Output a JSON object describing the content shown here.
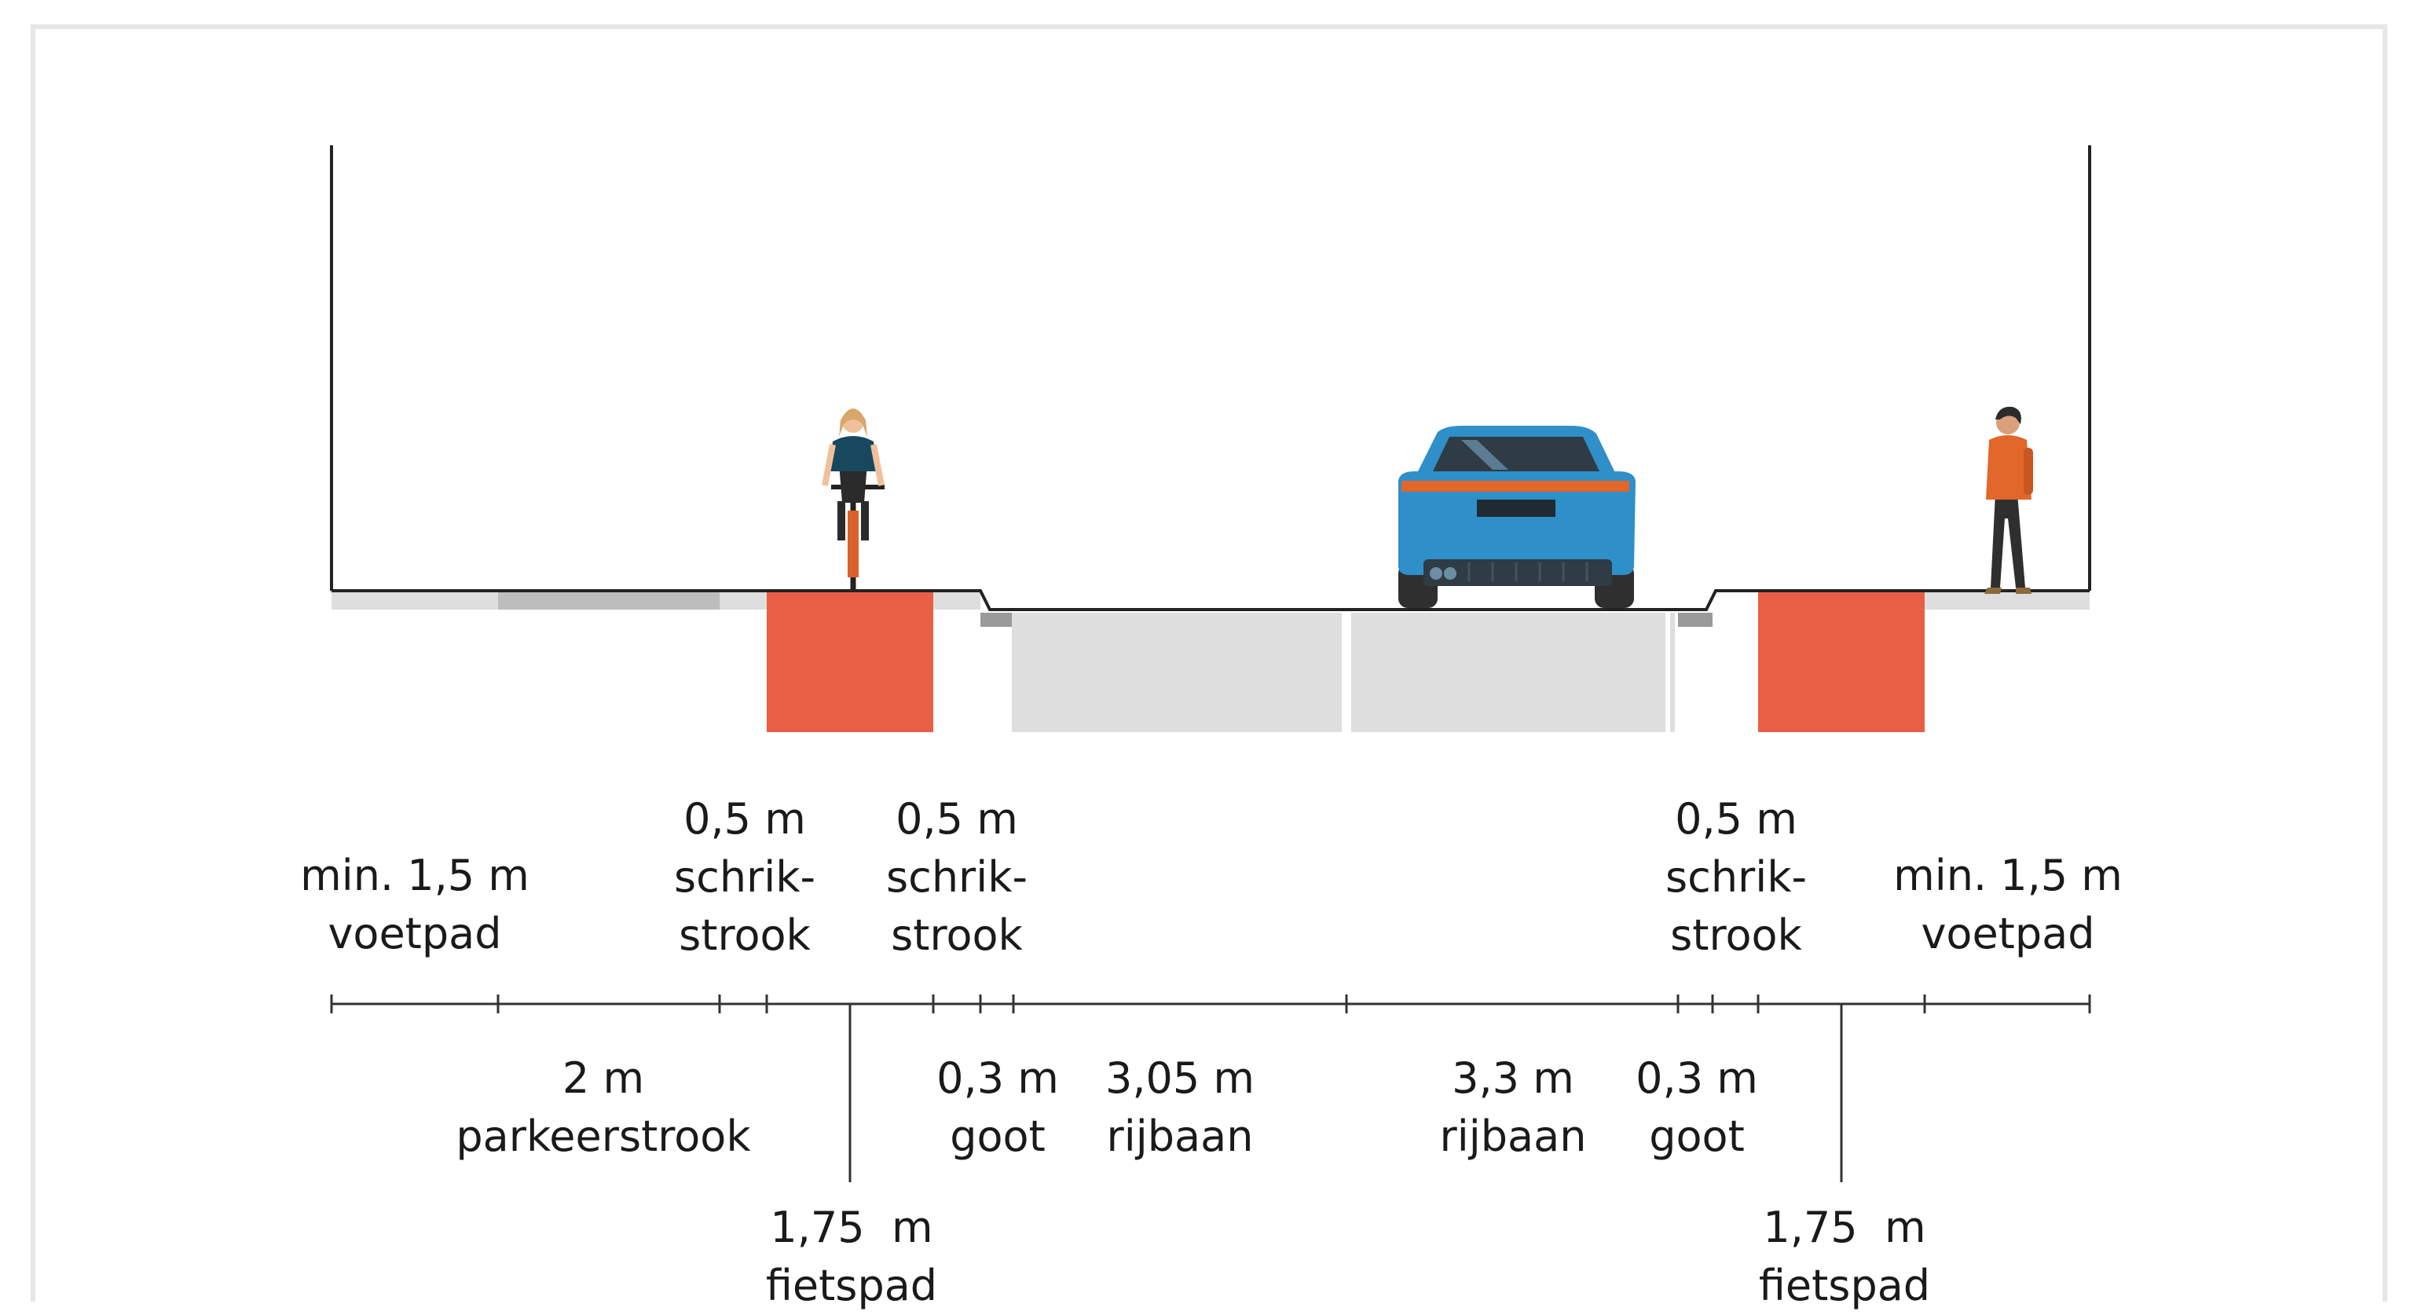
{
  "labels": {
    "voetpad_left": {
      "size": "min. 1,5 m",
      "name": "voetpad"
    },
    "schrik_1": {
      "size": "0,5 m",
      "name1": "schrik-",
      "name2": "strook"
    },
    "schrik_2": {
      "size": "0,5 m",
      "name1": "schrik-",
      "name2": "strook"
    },
    "schrik_3": {
      "size": "0,5 m",
      "name1": "schrik-",
      "name2": "strook"
    },
    "voetpad_right": {
      "size": "min. 1,5 m",
      "name": "voetpad"
    },
    "parkeerstrook": {
      "size": "2 m",
      "name": "parkeerstrook"
    },
    "goot_left": {
      "size": "0,3 m",
      "name": "goot"
    },
    "rijbaan_left": {
      "size": "3,05 m",
      "name": "rijbaan"
    },
    "rijbaan_right": {
      "size": "3,3 m",
      "name": "rijbaan"
    },
    "goot_right": {
      "size": "0,3 m",
      "name": "goot"
    },
    "fietspad_left": {
      "size": "1,75  m",
      "name": "fietspad"
    },
    "fietspad_right": {
      "size": "1,75  m",
      "name": "fietspad"
    }
  },
  "colors": {
    "bike_lane": "#e85f45",
    "paving": "#dedede",
    "parking": "#bdbdbd",
    "car": "#2e8fc9",
    "pedestrian_jacket": "#e2672a",
    "cyclist_shirt": "#17485e"
  },
  "icons": [
    "cyclist-icon",
    "car-icon",
    "pedestrian-icon"
  ]
}
